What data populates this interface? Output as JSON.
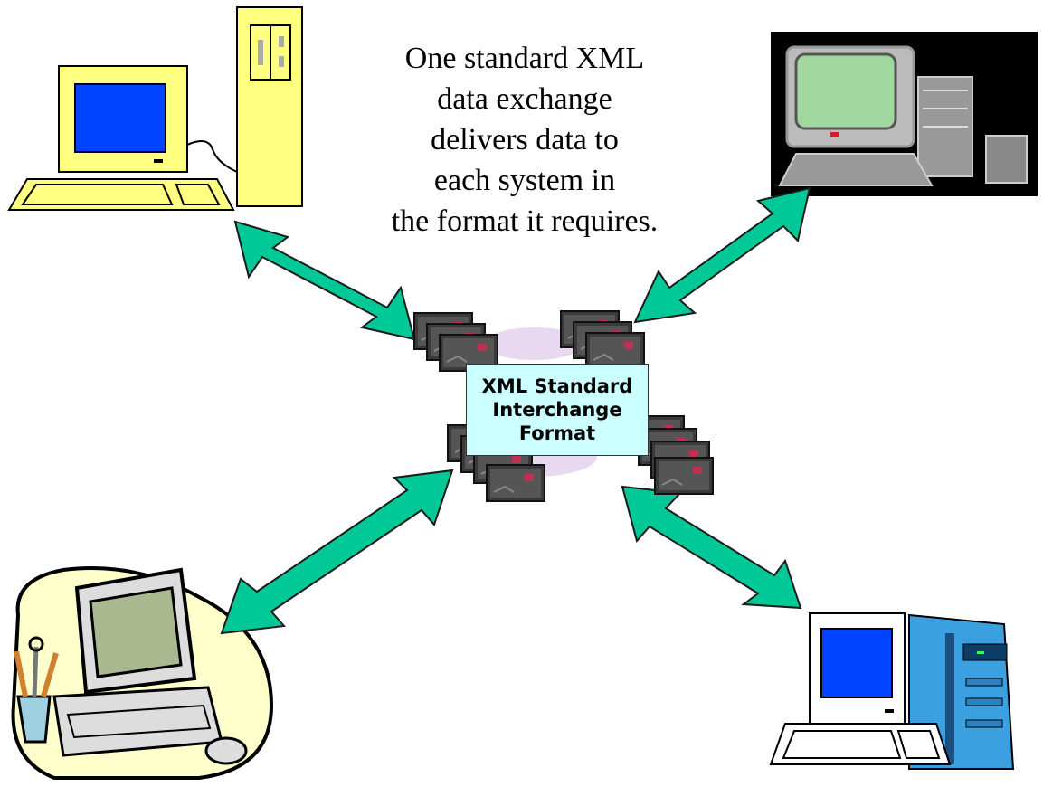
{
  "caption": {
    "lines": [
      "One standard XML",
      "data exchange",
      "delivers data to",
      "each system in",
      "the format it requires."
    ]
  },
  "hub": {
    "lines": [
      "XML Standard",
      "Interchange",
      "Format"
    ]
  },
  "colors": {
    "arrow": "#00c896",
    "arrow_outline": "#1a1a1a",
    "hub_box": "#ccffff",
    "yellow_pc": "#ffff80",
    "blue_screen": "#0000ff",
    "green_screen": "#a0d8a0",
    "tower_blue": "#3aa0e0"
  },
  "icons": {
    "top_left": "yellow-desktop-computer-icon",
    "top_right": "dark-vintage-computer-icon",
    "bottom_left": "cartoon-computer-with-tools-icon",
    "bottom_right": "blue-tower-computer-icon",
    "center": "card-stack-hub-icon"
  }
}
